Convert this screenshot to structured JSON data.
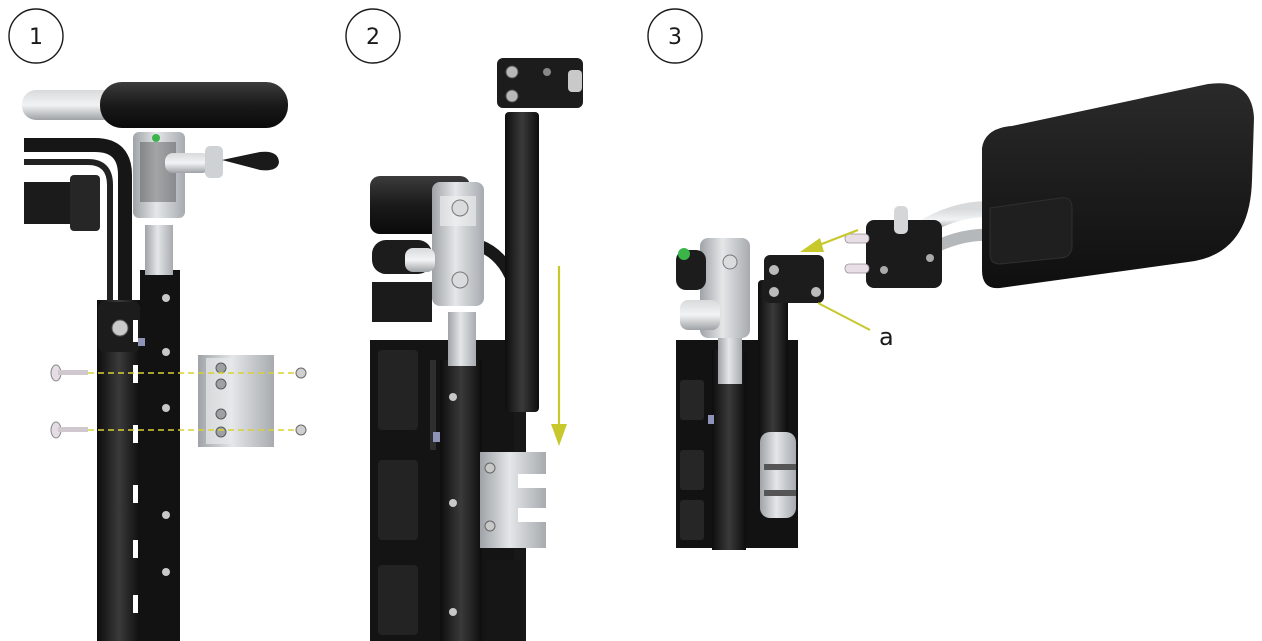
{
  "steps": [
    {
      "number": "1"
    },
    {
      "number": "2"
    },
    {
      "number": "3"
    }
  ],
  "callouts": {
    "a": "a"
  },
  "colors": {
    "frame_black": "#151515",
    "dark_gray": "#2e2e2e",
    "aluminum": "#b9bcbf",
    "aluminum_light": "#d9dbdd",
    "arrow_yellow": "#c7c82c",
    "dash_yellow": "#d8d232",
    "green_accent": "#39a84a",
    "screw_pink": "#e8dfe6"
  }
}
